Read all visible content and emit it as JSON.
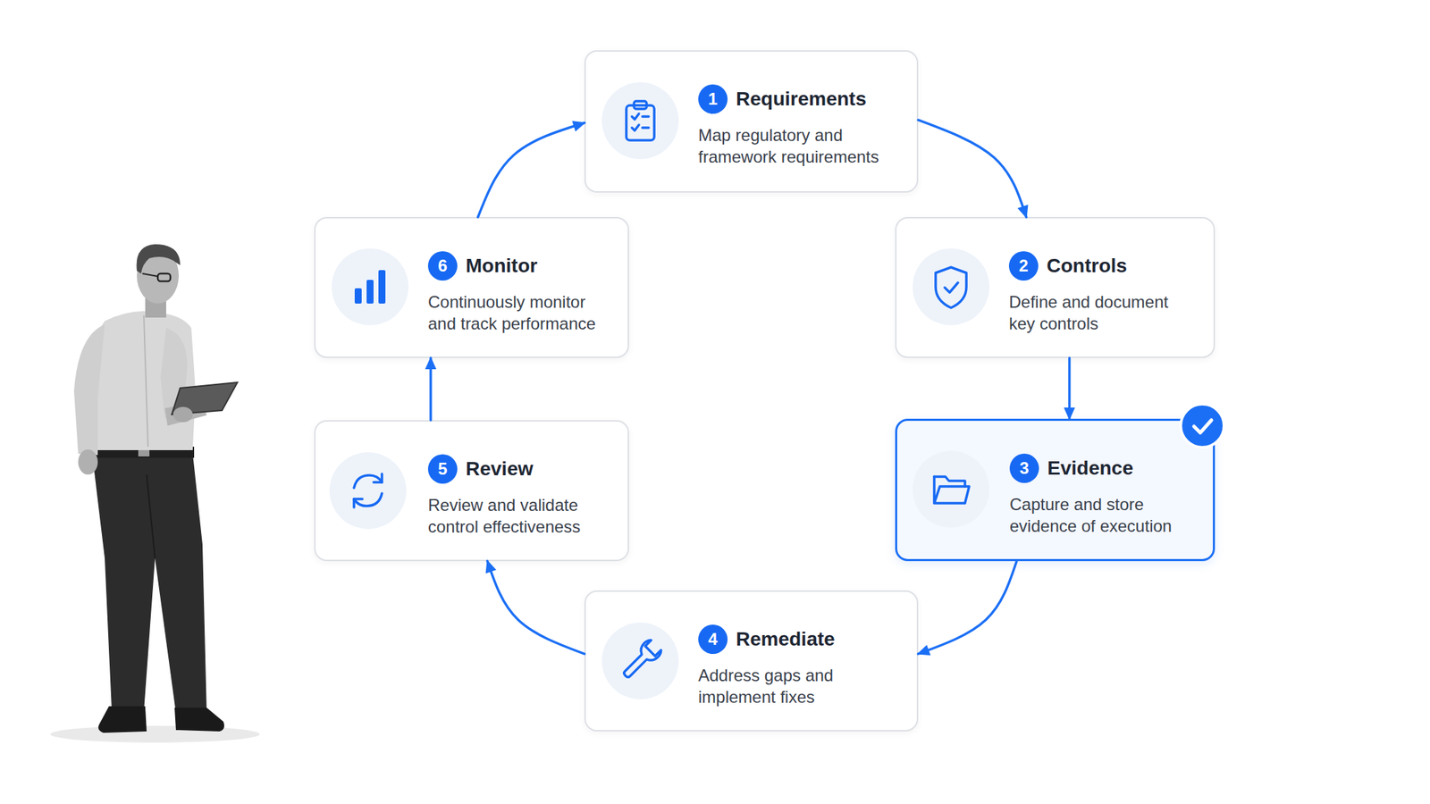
{
  "diagram": {
    "nodes": [
      {
        "text": [
          "1",
          "Requirements",
          "Map regulatory and framework requirements"
        ]
      },
      {
        "text": [
          "2",
          "Controls",
          "Define and document key controls"
        ]
      },
      {
        "text": [
          "3",
          "Evidence",
          "Capture and store evidence of execution"
        ]
      },
      {
        "text": [
          "4",
          "Remediate",
          "Address gaps and implement fixes"
        ]
      },
      {
        "text": [
          "5",
          "Review",
          "Review and validate control effectiveness"
        ]
      },
      {
        "text": [
          "6",
          "Monitor",
          "Continuously monitor and track performance"
        ]
      }
    ],
    "edges": [
      {
        "from": 0,
        "to": 1,
        "arrow": "to"
      },
      {
        "from": 1,
        "to": 2,
        "arrow": "to"
      },
      {
        "from": 2,
        "to": 3,
        "arrow": "to"
      },
      {
        "from": 3,
        "to": 4,
        "arrow": "to"
      },
      {
        "from": 4,
        "to": 5,
        "arrow": "to"
      },
      {
        "from": 5,
        "to": 0,
        "arrow": "to"
      }
    ]
  }
}
